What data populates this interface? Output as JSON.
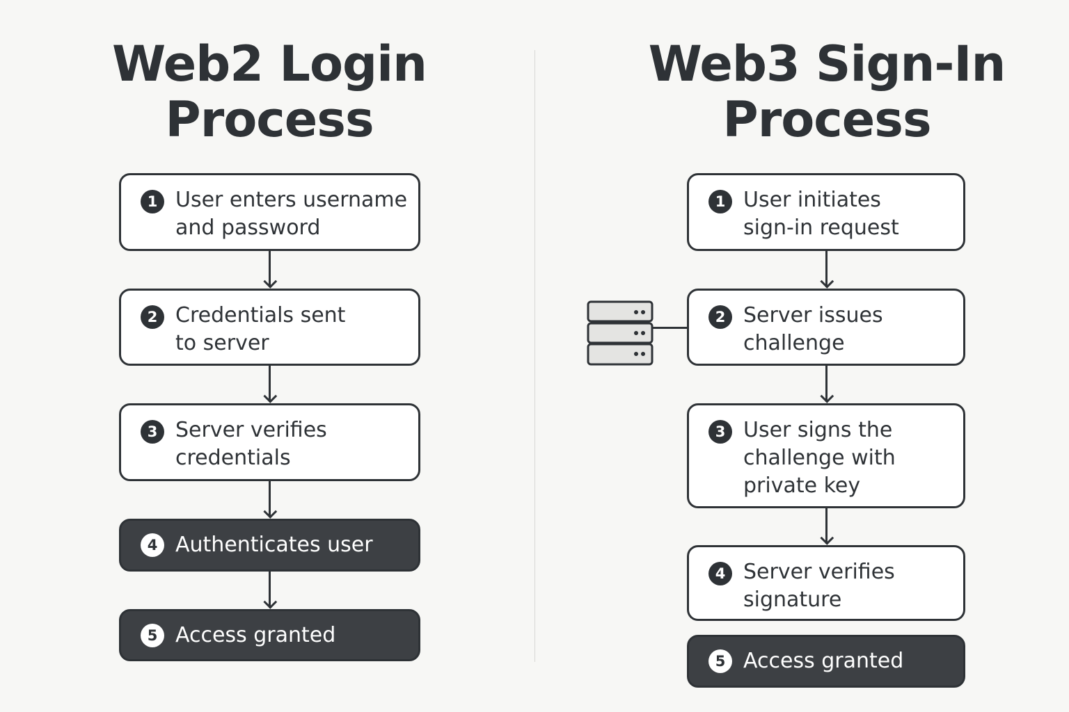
{
  "web2": {
    "title_line1": "Web2 Login",
    "title_line2": "Process",
    "steps": [
      {
        "num": "1",
        "label": "User enters username\nand password"
      },
      {
        "num": "2",
        "label": "Credentials sent\nto server"
      },
      {
        "num": "3",
        "label": "Server verifies\ncredentials"
      },
      {
        "num": "4",
        "label": "Authenticates user"
      },
      {
        "num": "5",
        "label": "Access granted"
      }
    ]
  },
  "web3": {
    "title_line1": "Web3 Sign-In",
    "title_line2": "Process",
    "steps": [
      {
        "num": "1",
        "label": "User initiates\nsign-in request"
      },
      {
        "num": "2",
        "label": "Server issues\nchallenge"
      },
      {
        "num": "3",
        "label": "User signs the\nchallenge with\nprivate key"
      },
      {
        "num": "4",
        "label": "Server verifies\nsignature"
      },
      {
        "num": "5",
        "label": "Access granted"
      }
    ],
    "server_icon": "server-rack-icon"
  },
  "colors": {
    "background": "#f7f7f5",
    "ink": "#2e3236",
    "dark_box": "#3d4044",
    "light_box": "#ffffff"
  }
}
